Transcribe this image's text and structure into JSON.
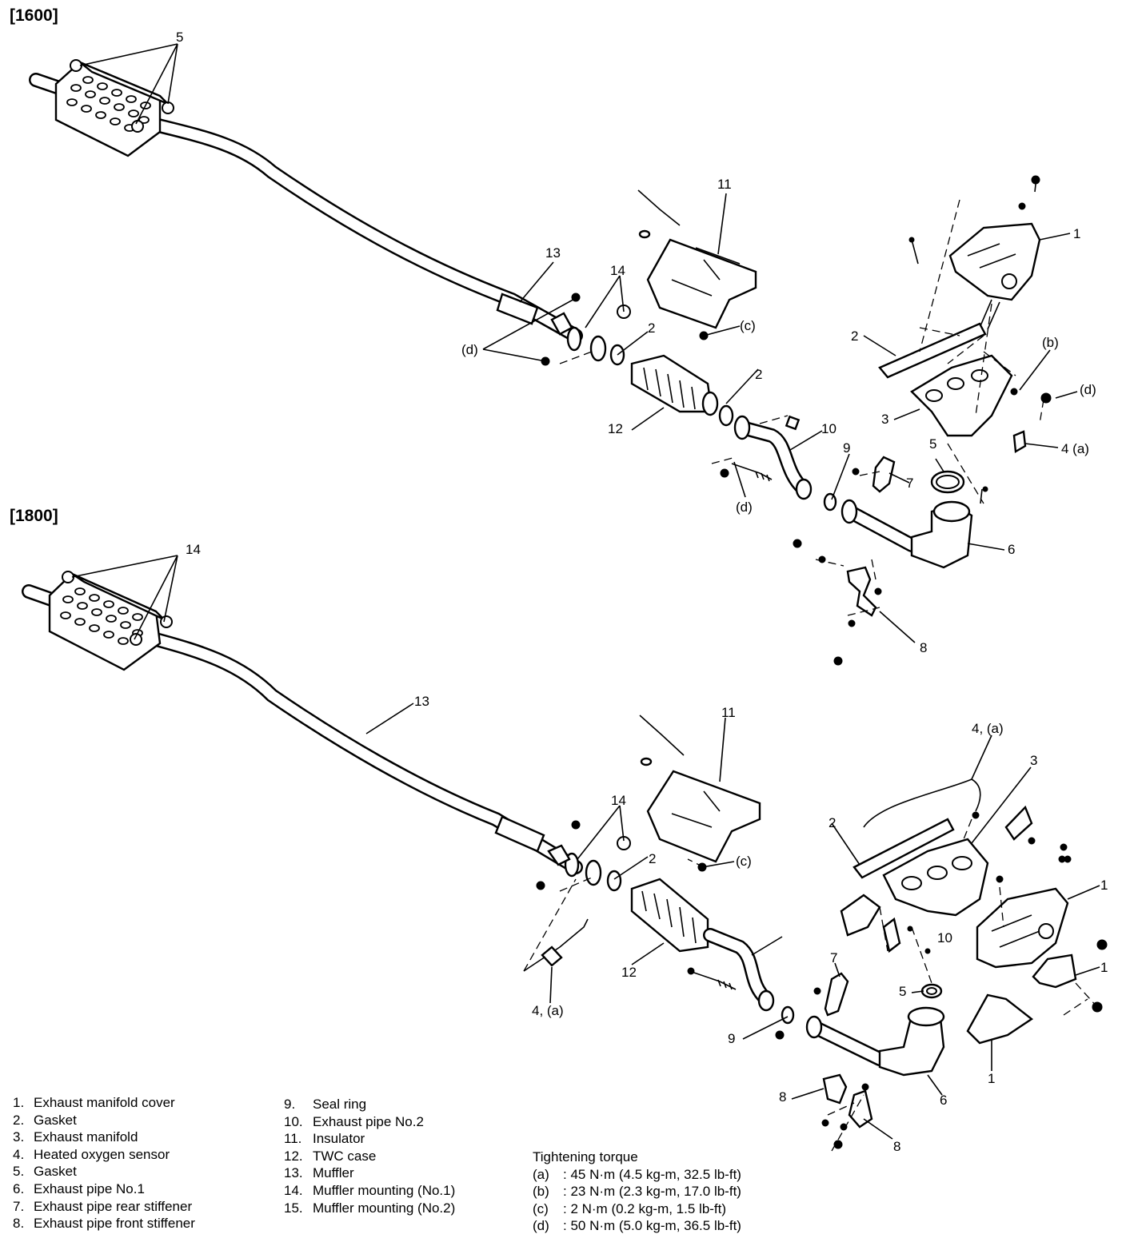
{
  "sections": {
    "s1600": "[1600]",
    "s1800": "[1800]"
  },
  "callouts_1600": {
    "c5": "5",
    "c11": "11",
    "c1": "1",
    "c13": "13",
    "c14": "14",
    "c2a": "2",
    "c2b": "2",
    "c2c": "2",
    "cc": "(c)",
    "cb": "(b)",
    "cd1": "(d)",
    "cd2": "(d)",
    "cd3": "(d)",
    "c3": "3",
    "c12": "12",
    "c10": "10",
    "c9": "9",
    "c7": "7",
    "c5b": "5",
    "c4": "4 (a)",
    "c6": "6",
    "c8": "8"
  },
  "callouts_1800": {
    "c14a": "14",
    "c13": "13",
    "c11": "11",
    "c4top": "4, (a)",
    "c3": "3",
    "c2a": "2",
    "c2b": "2",
    "c14b": "14",
    "cc": "(c)",
    "c1a": "1",
    "c1b": "1",
    "c1c": "1",
    "c12": "12",
    "c10": "10",
    "c4bot": "4, (a)",
    "c7": "7",
    "c5": "5",
    "c9": "9",
    "c8a": "8",
    "c8b": "8",
    "c6": "6"
  },
  "legend_left": [
    {
      "num": "1.",
      "label": "Exhaust manifold cover"
    },
    {
      "num": "2.",
      "label": "Gasket"
    },
    {
      "num": "3.",
      "label": "Exhaust manifold"
    },
    {
      "num": "4.",
      "label": "Heated oxygen sensor"
    },
    {
      "num": "5.",
      "label": "Gasket"
    },
    {
      "num": "6.",
      "label": "Exhaust pipe No.1"
    },
    {
      "num": "7.",
      "label": "Exhaust pipe rear stiffener"
    },
    {
      "num": "8.",
      "label": "Exhaust pipe front stiffener"
    }
  ],
  "legend_mid": [
    {
      "num": "9.",
      "label": "Seal ring"
    },
    {
      "num": "10.",
      "label": "Exhaust pipe No.2"
    },
    {
      "num": "11.",
      "label": "Insulator"
    },
    {
      "num": "12.",
      "label": "TWC case"
    },
    {
      "num": "13.",
      "label": "Muffler"
    },
    {
      "num": "14.",
      "label": "Muffler mounting (No.1)"
    },
    {
      "num": "15.",
      "label": "Muffler mounting (No.2)"
    }
  ],
  "torque": {
    "title": "Tightening torque",
    "rows": [
      {
        "key": "(a)",
        "value": ": 45 N·m (4.5 kg-m, 32.5 lb-ft)"
      },
      {
        "key": "(b)",
        "value": ": 23 N·m (2.3 kg-m, 17.0 lb-ft)"
      },
      {
        "key": "(c)",
        "value": ": 2 N·m (0.2 kg-m, 1.5 lb-ft)"
      },
      {
        "key": "(d)",
        "value": ": 50 N·m (5.0 kg-m, 36.5 lb-ft)"
      }
    ]
  }
}
